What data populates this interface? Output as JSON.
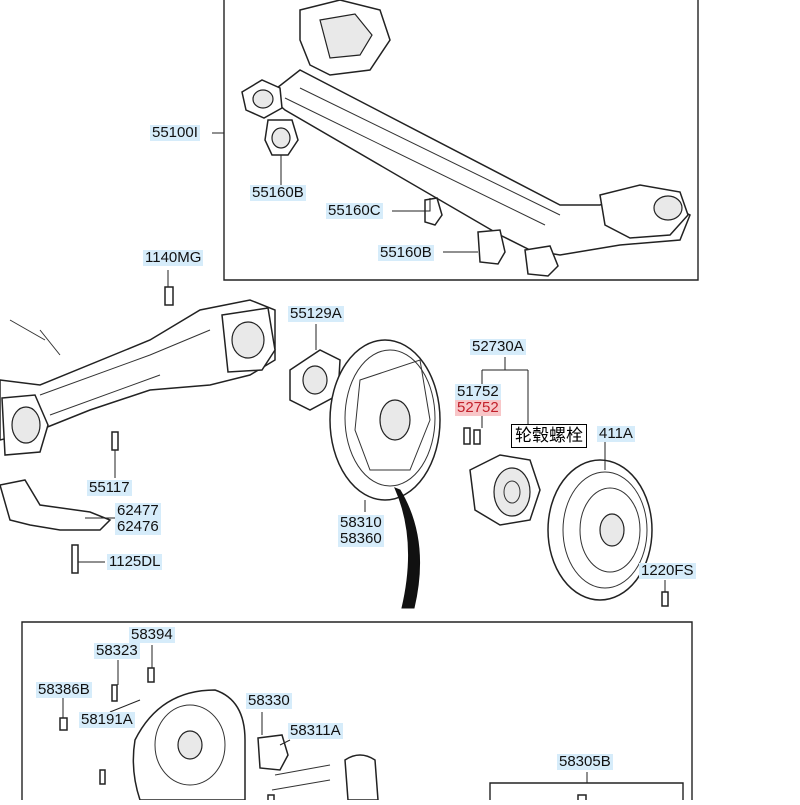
{
  "labels": {
    "l_55100i": "55100I",
    "l_55160b_top": "55160B",
    "l_55160c": "55160C",
    "l_55160b_bottom": "55160B",
    "l_1140mg": "1140MG",
    "l_55129a": "55129A",
    "l_52730a": "52730A",
    "l_51752": "51752",
    "l_52752": "52752",
    "l_411a": "411A",
    "l_55117": "55117",
    "l_62477": "62477",
    "l_62476": "62476",
    "l_58310": "58310",
    "l_58360": "58360",
    "l_1125dl": "1125DL",
    "l_1220fs": "1220FS",
    "l_58394": "58394",
    "l_58323": "58323",
    "l_58386b": "58386B",
    "l_58191a": "58191A",
    "l_58330": "58330",
    "l_58311a": "58311A",
    "l_58305b": "58305B"
  },
  "tooltip": {
    "text": "轮毂螺栓"
  },
  "colors": {
    "label_bg": "#d6ecfa",
    "highlight_bg": "#f8c6c8",
    "highlight_text": "#c2202b"
  }
}
